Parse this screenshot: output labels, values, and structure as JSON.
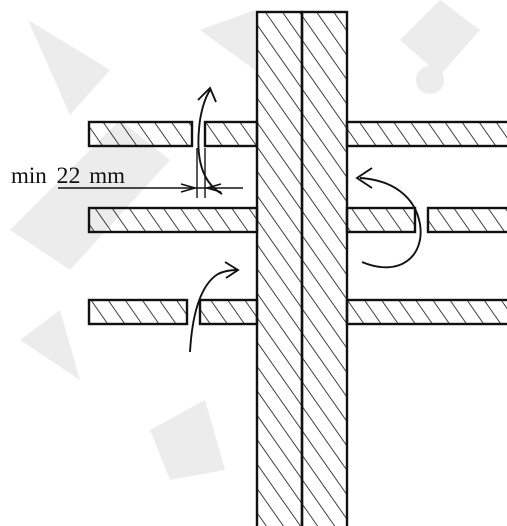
{
  "dimension": {
    "prefix": "min",
    "value": "22",
    "unit": "mm"
  },
  "colors": {
    "stroke": "#111111",
    "background": "#ffffff",
    "watermark": "#e9e9e9"
  },
  "icons": {
    "arrowheads": "open-chevron",
    "hatch": "diagonal-lines"
  }
}
